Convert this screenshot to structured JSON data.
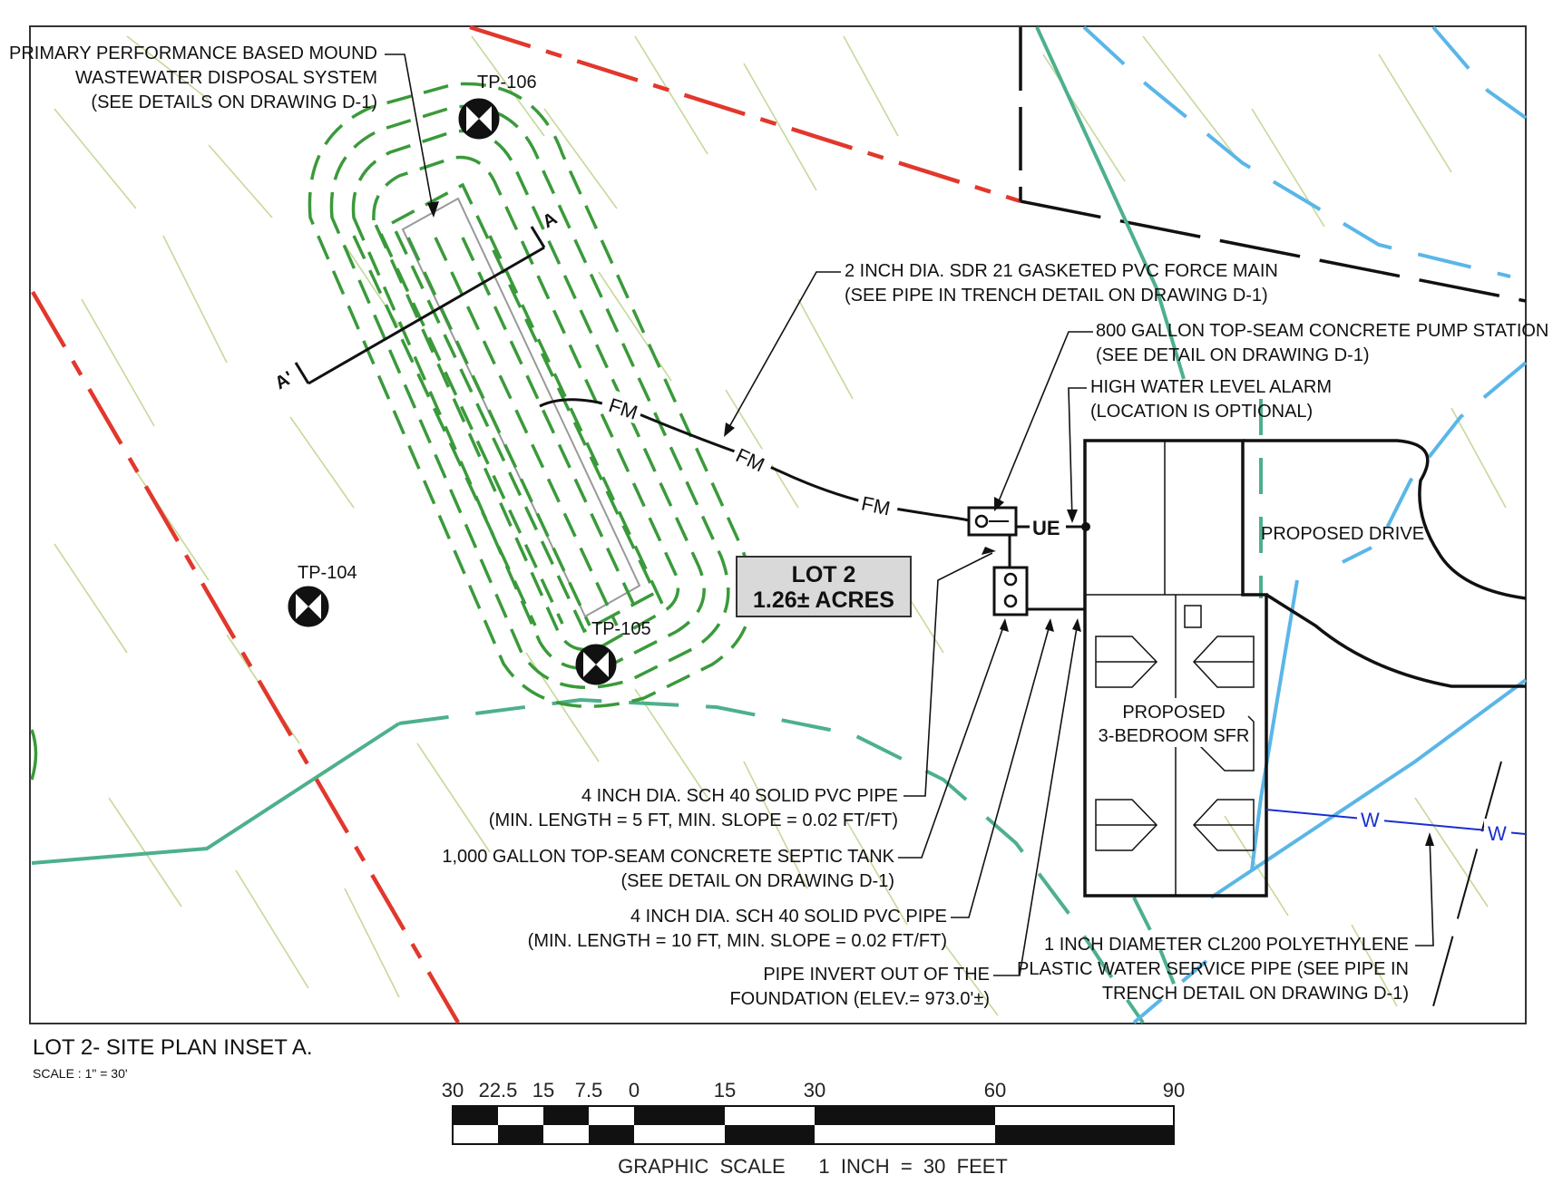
{
  "labels": {
    "mound": [
      "PRIMARY PERFORMANCE BASED MOUND",
      "WASTEWATER DISPOSAL SYSTEM",
      "(SEE DETAILS ON DRAWING D-1)"
    ],
    "tp106": "TP-106",
    "tp104": "TP-104",
    "tp105": "TP-105",
    "section_a": "A",
    "section_a_prime": "A'",
    "force_main": [
      "2 INCH DIA. SDR 21 GASKETED PVC FORCE MAIN",
      "(SEE PIPE IN TRENCH DETAIL ON DRAWING D-1)"
    ],
    "pump_station": [
      "800 GALLON TOP-SEAM CONCRETE PUMP STATION",
      "(SEE DETAIL ON DRAWING D-1)"
    ],
    "alarm": [
      "HIGH WATER LEVEL ALARM",
      "(LOCATION IS OPTIONAL)"
    ],
    "fm_tag": "FM",
    "ue_tag": "UE",
    "w_tag": "W",
    "lot": [
      "LOT 2",
      "1.26± ACRES"
    ],
    "drive": "PROPOSED DRIVE",
    "sfr": [
      "PROPOSED",
      "3-BEDROOM SFR"
    ],
    "pipe4_5": [
      "4 INCH DIA. SCH 40 SOLID PVC PIPE",
      "(MIN. LENGTH = 5 FT, MIN. SLOPE = 0.02 FT/FT)"
    ],
    "septic": [
      "1,000 GALLON TOP-SEAM CONCRETE SEPTIC TANK",
      "(SEE DETAIL ON DRAWING D-1)"
    ],
    "pipe4_10": [
      "4 INCH DIA. SCH 40 SOLID PVC PIPE",
      "(MIN. LENGTH = 10 FT, MIN. SLOPE = 0.02 FT/FT)"
    ],
    "invert": [
      "PIPE INVERT OUT OF THE",
      "FOUNDATION (ELEV.= 973.0'±)"
    ],
    "water": [
      "1 INCH DIAMETER CL200 POLYETHYLENE",
      "PLASTIC WATER SERVICE PIPE (SEE PIPE IN",
      "TRENCH DETAIL ON DRAWING D-1)"
    ]
  },
  "title": "LOT 2- SITE PLAN INSET A.",
  "scale_note": "SCALE : 1\" = 30'",
  "graphic_scale": {
    "ticks": [
      "30",
      "22.5",
      "15",
      "7.5",
      "0",
      "15",
      "30",
      "60",
      "90"
    ],
    "caption": "GRAPHIC  SCALE      1  INCH  =  30  FEET"
  },
  "colors": {
    "property_line": "#e2372c",
    "mound_contour": "#3a9a3a",
    "teal_contour": "#4db08c",
    "stream": "#5ab6e8",
    "water_line": "#1a2fd0",
    "topo_light": "#c5d99a"
  }
}
